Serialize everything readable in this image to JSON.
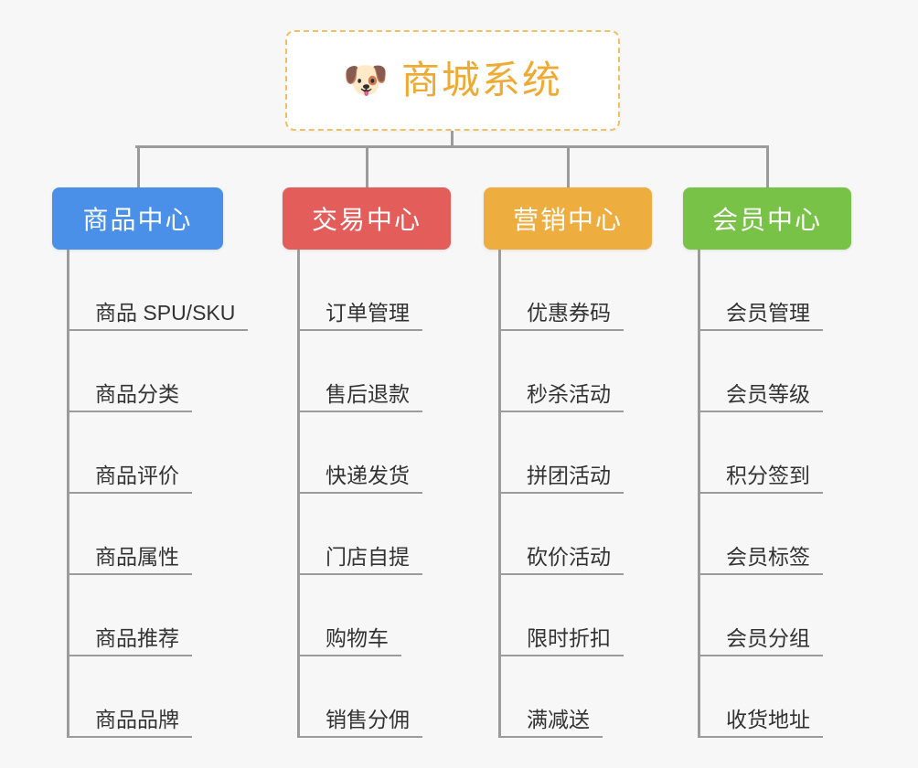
{
  "diagram": {
    "type": "mindmap",
    "background_color": "#f7f7f7",
    "root": {
      "icon": "dog-face-emoji",
      "icon_glyph": "🐶",
      "title": "商城系统",
      "title_color": "#eeaa33",
      "border_color": "#f0c064",
      "background_color": "#ffffff"
    },
    "connector_color": "#9b9b9b",
    "branches": [
      {
        "id": "product-center",
        "label": "商品中心",
        "color": "#4a90e8",
        "items": [
          "商品 SPU/SKU",
          "商品分类",
          "商品评价",
          "商品属性",
          "商品推荐",
          "商品品牌"
        ]
      },
      {
        "id": "trade-center",
        "label": "交易中心",
        "color": "#e35d5b",
        "items": [
          "订单管理",
          "售后退款",
          "快递发货",
          "门店自提",
          "购物车",
          "销售分佣"
        ]
      },
      {
        "id": "marketing-center",
        "label": "营销中心",
        "color": "#edad3f",
        "items": [
          "优惠券码",
          "秒杀活动",
          "拼团活动",
          "砍价活动",
          "限时折扣",
          "满减送"
        ]
      },
      {
        "id": "member-center",
        "label": "会员中心",
        "color": "#78c council"
      }
    ]
  }
}
